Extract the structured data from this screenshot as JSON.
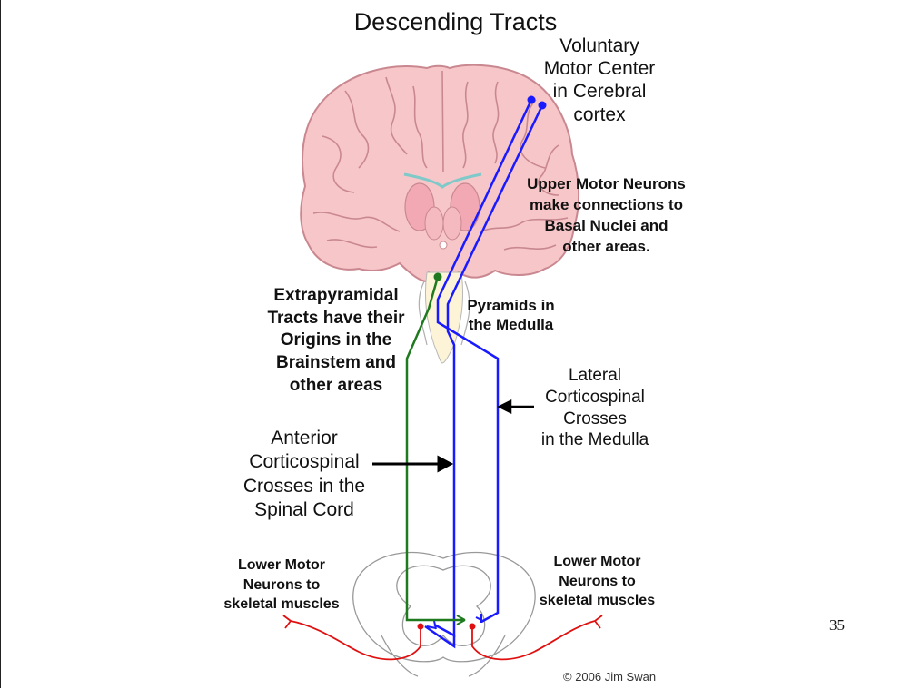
{
  "title": "Descending Tracts",
  "labels": {
    "voluntary_motor_center": [
      "Voluntary",
      "Motor Center",
      "in Cerebral",
      "cortex"
    ],
    "upper_motor_neurons": [
      "Upper Motor Neurons",
      "make connections to",
      "Basal Nuclei and",
      "other areas."
    ],
    "extrapyramidal": [
      "Extrapyramidal",
      "Tracts have their",
      "Origins in the",
      "Brainstem and",
      "other areas"
    ],
    "pyramids": [
      "Pyramids in",
      "the Medulla"
    ],
    "lateral_corticospinal": [
      "Lateral",
      "Corticospinal",
      "Crosses",
      "in the Medulla"
    ],
    "anterior_corticospinal": [
      "Anterior",
      "Corticospinal",
      "Crosses in the",
      "Spinal Cord"
    ],
    "lower_motor_left": [
      "Lower Motor",
      "Neurons to",
      "skeletal muscles"
    ],
    "lower_motor_right": [
      "Lower Motor",
      "Neurons to",
      "skeletal muscles"
    ]
  },
  "page_number": "35",
  "copyright": "© 2006 Jim Swan",
  "colors": {
    "brain_fill": "#f7c6c9",
    "brain_outline": "#c98890",
    "tract_blue": "#1a1aff",
    "tract_green": "#1f7a1f",
    "nerve_red": "#e01010",
    "cord_outline": "#999999"
  }
}
